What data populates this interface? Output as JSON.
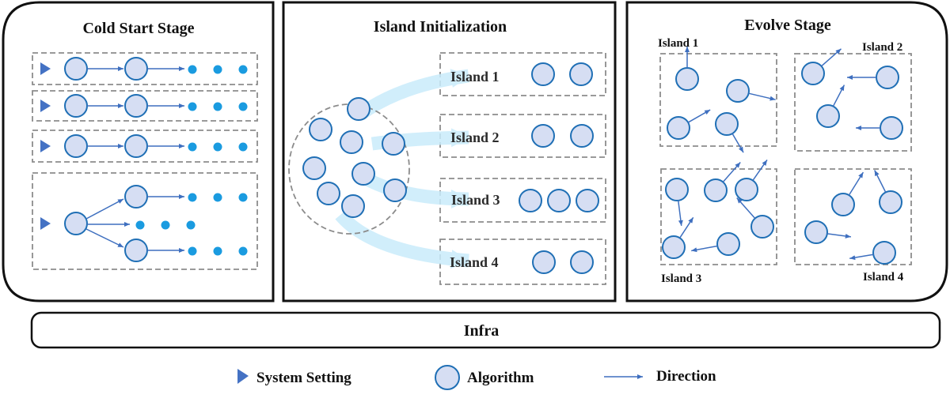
{
  "panels": {
    "cold_start": {
      "title": "Cold Start Stage"
    },
    "island_init": {
      "title": "Island Initialization"
    },
    "evolve": {
      "title": "Evolve Stage"
    }
  },
  "init_islands": [
    "Island 1",
    "Island 2",
    "Island 3",
    "Island 4"
  ],
  "evolve_islands": [
    "Island 1",
    "Island 2",
    "Island 3",
    "Island 4"
  ],
  "infra": {
    "label": "Infra"
  },
  "legend": {
    "system_setting": "System Setting",
    "algorithm": "Algorithm",
    "direction": "Direction"
  },
  "colors": {
    "node_fill": "#d6def3",
    "node_stroke": "#1f6fb5",
    "arrow": "#3e6fbf",
    "dot": "#1a9be0",
    "triangle": "#4472c4",
    "flow": "#c9ecfb",
    "dash": "#8c8c8c"
  }
}
